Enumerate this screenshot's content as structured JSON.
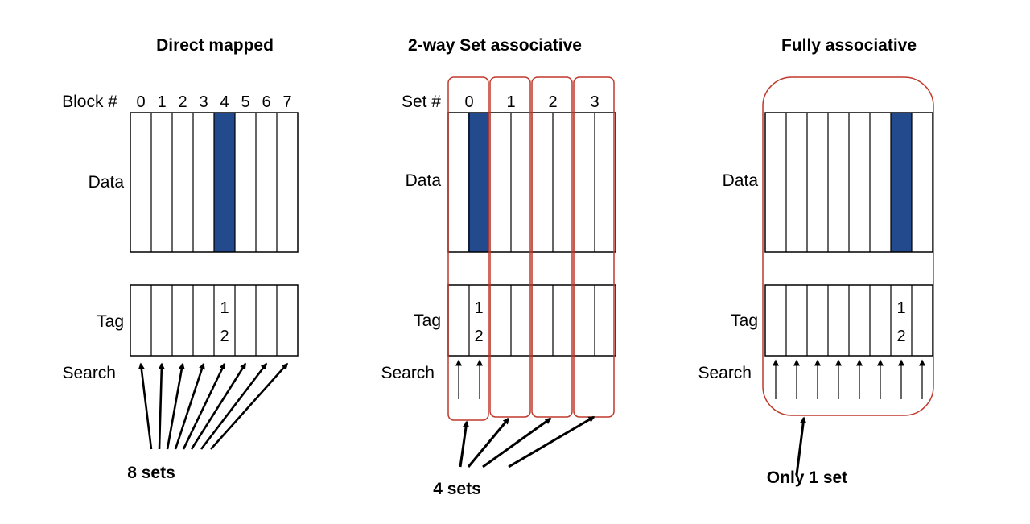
{
  "panels": {
    "direct": {
      "title": "Direct mapped",
      "index_label": "Block #",
      "index_values": [
        "0",
        "1",
        "2",
        "3",
        "4",
        "5",
        "6",
        "7"
      ],
      "data_label": "Data",
      "tag_label": "Tag",
      "search_label": "Search",
      "tag_digits": [
        "1",
        "2"
      ],
      "highlight_slot": 4,
      "count_label": "8 sets"
    },
    "two_way": {
      "title": "2-way Set associative",
      "index_label": "Set #",
      "index_values": [
        "0",
        "1",
        "2",
        "3"
      ],
      "data_label": "Data",
      "tag_label": "Tag",
      "search_label": "Search",
      "tag_digits": [
        "1",
        "2"
      ],
      "highlight_slot": 1,
      "count_label": "4 sets"
    },
    "fully": {
      "title": "Fully associative",
      "data_label": "Data",
      "tag_label": "Tag",
      "search_label": "Search",
      "tag_digits": [
        "1",
        "2"
      ],
      "highlight_slot": 6,
      "count_label": "Only 1 set"
    }
  },
  "colors": {
    "highlight": "#234A8C",
    "set_outline": "#C0392B",
    "line": "#000000"
  }
}
